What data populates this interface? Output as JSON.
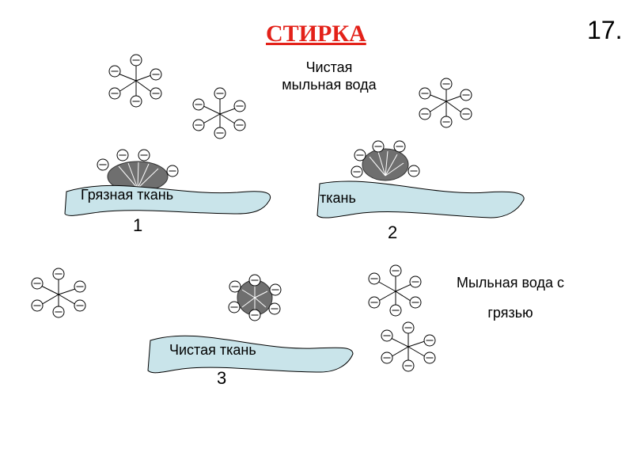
{
  "title": "СТИРКА",
  "slide_number": "17.",
  "labels": {
    "clean_soapy_water": "Чистая мыльная вода",
    "soapy_water_with_dirt": "Мыльная вода с грязью",
    "dirty_cloth": "Грязная ткань",
    "cloth": "ткань",
    "clean_cloth": "Чистая ткань"
  },
  "steps": [
    "1",
    "2",
    "3"
  ],
  "colors": {
    "title": "#e32119",
    "cloth_fill": "#c9e4ea",
    "dirt_fill": "#6f6f6f"
  }
}
